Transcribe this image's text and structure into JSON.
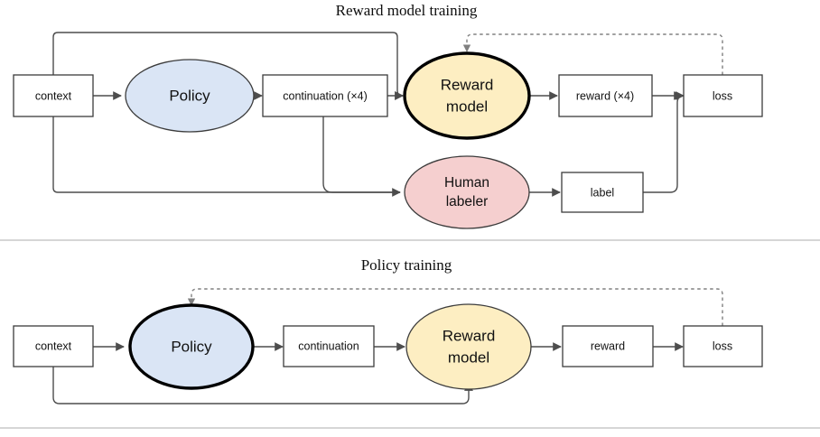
{
  "figure": {
    "background_color": "#ffffff",
    "sections": [
      {
        "id": "reward-model-training",
        "title": "Reward model training",
        "nodes": [
          {
            "id": "rm-context",
            "label": "context",
            "shape": "box",
            "fill": "#ffffff",
            "stroke": "thin"
          },
          {
            "id": "rm-policy",
            "label": "Policy",
            "shape": "ellipse",
            "fill": "#dae5f5",
            "stroke": "thin"
          },
          {
            "id": "rm-continuation",
            "label": "continuation (×4)",
            "shape": "box",
            "fill": "#ffffff",
            "stroke": "thin"
          },
          {
            "id": "rm-reward-model",
            "label_line1": "Reward",
            "label_line2": "model",
            "shape": "ellipse",
            "fill": "#fdeec2",
            "stroke": "thick"
          },
          {
            "id": "rm-reward",
            "label": "reward (×4)",
            "shape": "box",
            "fill": "#ffffff",
            "stroke": "thin"
          },
          {
            "id": "rm-loss",
            "label": "loss",
            "shape": "box",
            "fill": "#ffffff",
            "stroke": "thin"
          },
          {
            "id": "rm-human",
            "label_line1": "Human",
            "label_line2": "labeler",
            "shape": "ellipse",
            "fill": "#f5cfcf",
            "stroke": "thin"
          },
          {
            "id": "rm-label",
            "label": "label",
            "shape": "box",
            "fill": "#ffffff",
            "stroke": "thin"
          }
        ],
        "edges": [
          {
            "from": "rm-context",
            "to": "rm-policy",
            "style": "solid"
          },
          {
            "from": "rm-policy",
            "to": "rm-continuation",
            "style": "solid"
          },
          {
            "from": "rm-continuation",
            "to": "rm-reward-model",
            "style": "solid"
          },
          {
            "from": "rm-context",
            "to": "rm-reward-model",
            "style": "solid"
          },
          {
            "from": "rm-context",
            "to": "rm-human",
            "style": "solid"
          },
          {
            "from": "rm-continuation",
            "to": "rm-human",
            "style": "solid"
          },
          {
            "from": "rm-reward-model",
            "to": "rm-reward",
            "style": "solid"
          },
          {
            "from": "rm-reward",
            "to": "rm-loss",
            "style": "solid"
          },
          {
            "from": "rm-human",
            "to": "rm-label",
            "style": "solid"
          },
          {
            "from": "rm-label",
            "to": "rm-loss",
            "style": "solid"
          },
          {
            "from": "rm-loss",
            "to": "rm-reward-model",
            "style": "dashed"
          }
        ]
      },
      {
        "id": "policy-training",
        "title": "Policy training",
        "nodes": [
          {
            "id": "pt-context",
            "label": "context",
            "shape": "box",
            "fill": "#ffffff",
            "stroke": "thin"
          },
          {
            "id": "pt-policy",
            "label": "Policy",
            "shape": "ellipse",
            "fill": "#dae5f5",
            "stroke": "thick"
          },
          {
            "id": "pt-continuation",
            "label": "continuation",
            "shape": "box",
            "fill": "#ffffff",
            "stroke": "thin"
          },
          {
            "id": "pt-reward-model",
            "label_line1": "Reward",
            "label_line2": "model",
            "shape": "ellipse",
            "fill": "#fdeec2",
            "stroke": "thin"
          },
          {
            "id": "pt-reward",
            "label": "reward",
            "shape": "box",
            "fill": "#ffffff",
            "stroke": "thin"
          },
          {
            "id": "pt-loss",
            "label": "loss",
            "shape": "box",
            "fill": "#ffffff",
            "stroke": "thin"
          }
        ],
        "edges": [
          {
            "from": "pt-context",
            "to": "pt-policy",
            "style": "solid"
          },
          {
            "from": "pt-policy",
            "to": "pt-continuation",
            "style": "solid"
          },
          {
            "from": "pt-continuation",
            "to": "pt-reward-model",
            "style": "solid"
          },
          {
            "from": "pt-reward-model",
            "to": "pt-reward",
            "style": "solid"
          },
          {
            "from": "pt-reward",
            "to": "pt-loss",
            "style": "solid"
          },
          {
            "from": "pt-context",
            "to": "pt-reward-model",
            "style": "solid"
          },
          {
            "from": "pt-loss",
            "to": "pt-policy",
            "style": "dashed"
          }
        ]
      }
    ],
    "colors": {
      "policy_fill": "#dae5f5",
      "reward_model_fill": "#fdeec2",
      "human_labeler_fill": "#f5cfcf",
      "box_fill": "#ffffff",
      "edge_solid": "#4d4d4d",
      "edge_dashed": "#808080",
      "text": "#111111"
    }
  }
}
